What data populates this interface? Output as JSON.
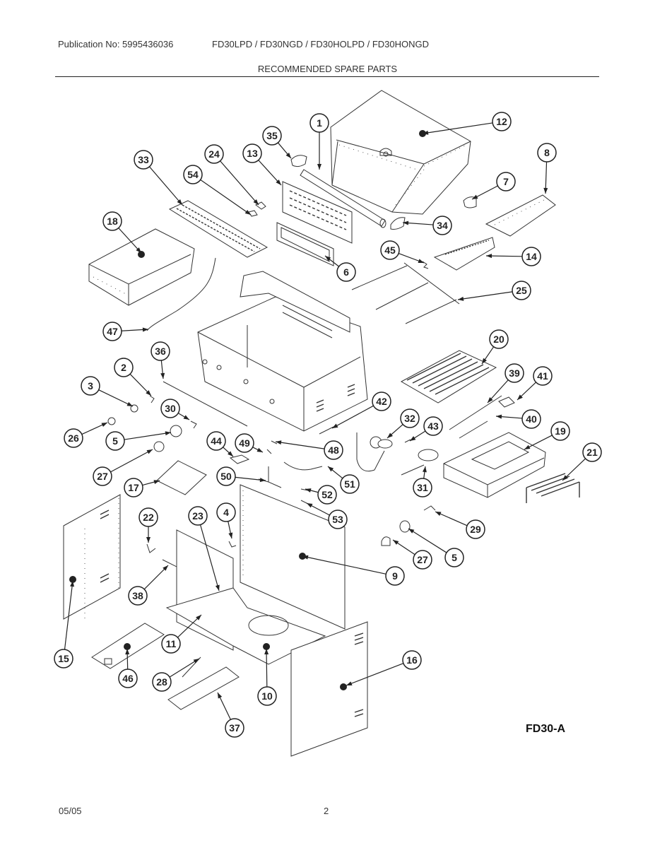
{
  "header": {
    "publication": "Publication No: 5995436036",
    "models": "FD30LPD / FD30NGD / FD30HOLPD / FD30HONGD",
    "title": "RECOMMENDED SPARE PARTS"
  },
  "diagram": {
    "code": "FD30-A",
    "callouts": [
      {
        "label": "1"
      },
      {
        "label": "35"
      },
      {
        "label": "12"
      },
      {
        "label": "33"
      },
      {
        "label": "24"
      },
      {
        "label": "13"
      },
      {
        "label": "54"
      },
      {
        "label": "7"
      },
      {
        "label": "8"
      },
      {
        "label": "18"
      },
      {
        "label": "34"
      },
      {
        "label": "6"
      },
      {
        "label": "45"
      },
      {
        "label": "14"
      },
      {
        "label": "25"
      },
      {
        "label": "47"
      },
      {
        "label": "20"
      },
      {
        "label": "36"
      },
      {
        "label": "2"
      },
      {
        "label": "39"
      },
      {
        "label": "41"
      },
      {
        "label": "3"
      },
      {
        "label": "30"
      },
      {
        "label": "42"
      },
      {
        "label": "32"
      },
      {
        "label": "43"
      },
      {
        "label": "40"
      },
      {
        "label": "19"
      },
      {
        "label": "26"
      },
      {
        "label": "5"
      },
      {
        "label": "44"
      },
      {
        "label": "49"
      },
      {
        "label": "48"
      },
      {
        "label": "21"
      },
      {
        "label": "27"
      },
      {
        "label": "50"
      },
      {
        "label": "51"
      },
      {
        "label": "31"
      },
      {
        "label": "17"
      },
      {
        "label": "52"
      },
      {
        "label": "53"
      },
      {
        "label": "22"
      },
      {
        "label": "23"
      },
      {
        "label": "4"
      },
      {
        "label": "29"
      },
      {
        "label": "27"
      },
      {
        "label": "5"
      },
      {
        "label": "9"
      },
      {
        "label": "38"
      },
      {
        "label": "15"
      },
      {
        "label": "11"
      },
      {
        "label": "16"
      },
      {
        "label": "46"
      },
      {
        "label": "28"
      },
      {
        "label": "10"
      },
      {
        "label": "37"
      }
    ]
  },
  "footer": {
    "date": "05/05",
    "page": "2"
  }
}
